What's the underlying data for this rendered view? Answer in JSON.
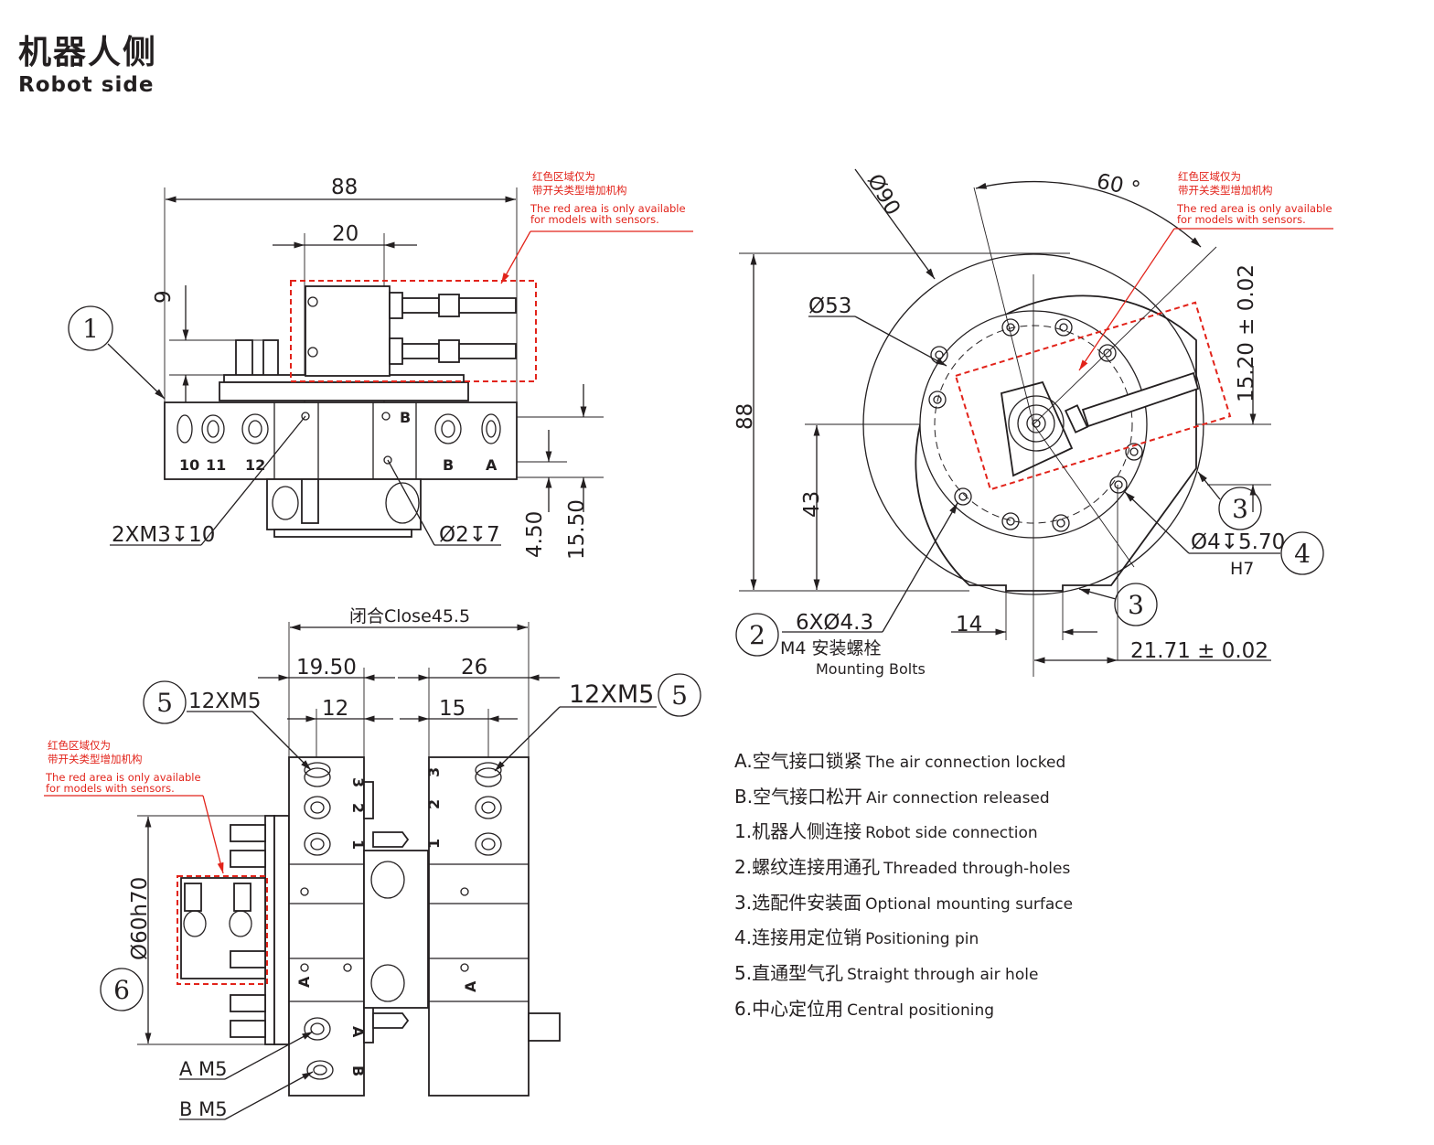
{
  "title_cn": "机器人侧",
  "title_en": "Robot side",
  "red_note": {
    "cn_line1": "红色区域仅为",
    "cn_line2": "带开关类型增加机构",
    "en_line1": "The red area is only available",
    "en_line2": "for models with sensors."
  },
  "callouts": [
    "1",
    "2",
    "3",
    "4",
    "5",
    "6"
  ],
  "port_marks": {
    "b": "B",
    "a": "A",
    "n10": "10",
    "n11": "11",
    "n12": "12",
    "n1": "1",
    "n2": "2",
    "n3": "3"
  },
  "front_view": {
    "dim_width": "88",
    "dim_center": "20",
    "dim_height": "9",
    "thread": "2XM3↧10",
    "hole": "Ø2↧7",
    "dim_v1": "4.50",
    "dim_v2": "15.50"
  },
  "top_view": {
    "dim_dia_outer": "Ø90",
    "dim_angle": "60 °",
    "dim_dia_pcd": "Ø53",
    "dim_height": "88",
    "dim_center_h": "43",
    "dim_tol": "15.20 ± 0.02",
    "pin": "Ø4↧5.70",
    "pin_fit": "H7",
    "bolt_count": "6XØ4.3",
    "bolt_spec": "M4 安装螺栓",
    "bolt_en": "Mounting Bolts",
    "dim_14": "14",
    "dim_2171": "21.71 ± 0.02"
  },
  "side_view": {
    "dim_close": "闭合Close45.5",
    "dim_1950": "19.50",
    "dim_26": "26",
    "dim_12": "12",
    "dim_15": "15",
    "ports_left": "12XM5",
    "ports_right": "12XM5",
    "dim_dia": "Ø60h70",
    "port_a": "A M5",
    "port_b": "B M5"
  },
  "legend": [
    {
      "cn": "A.空气接口锁紧",
      "en": "The air connection locked"
    },
    {
      "cn": "B.空气接口松开",
      "en": "Air connection released"
    },
    {
      "cn": "1.机器人侧连接",
      "en": "Robot side connection"
    },
    {
      "cn": "2.螺纹连接用通孔",
      "en": "Threaded through-holes"
    },
    {
      "cn": "3.选配件安装面",
      "en": "Optional mounting surface"
    },
    {
      "cn": "4.连接用定位销",
      "en": "Positioning pin"
    },
    {
      "cn": "5.直通型气孔",
      "en": "Straight through air hole"
    },
    {
      "cn": "6.中心定位用",
      "en": "Central positioning"
    }
  ],
  "colors": {
    "line": "#231f20",
    "highlight": "#e2231a"
  }
}
